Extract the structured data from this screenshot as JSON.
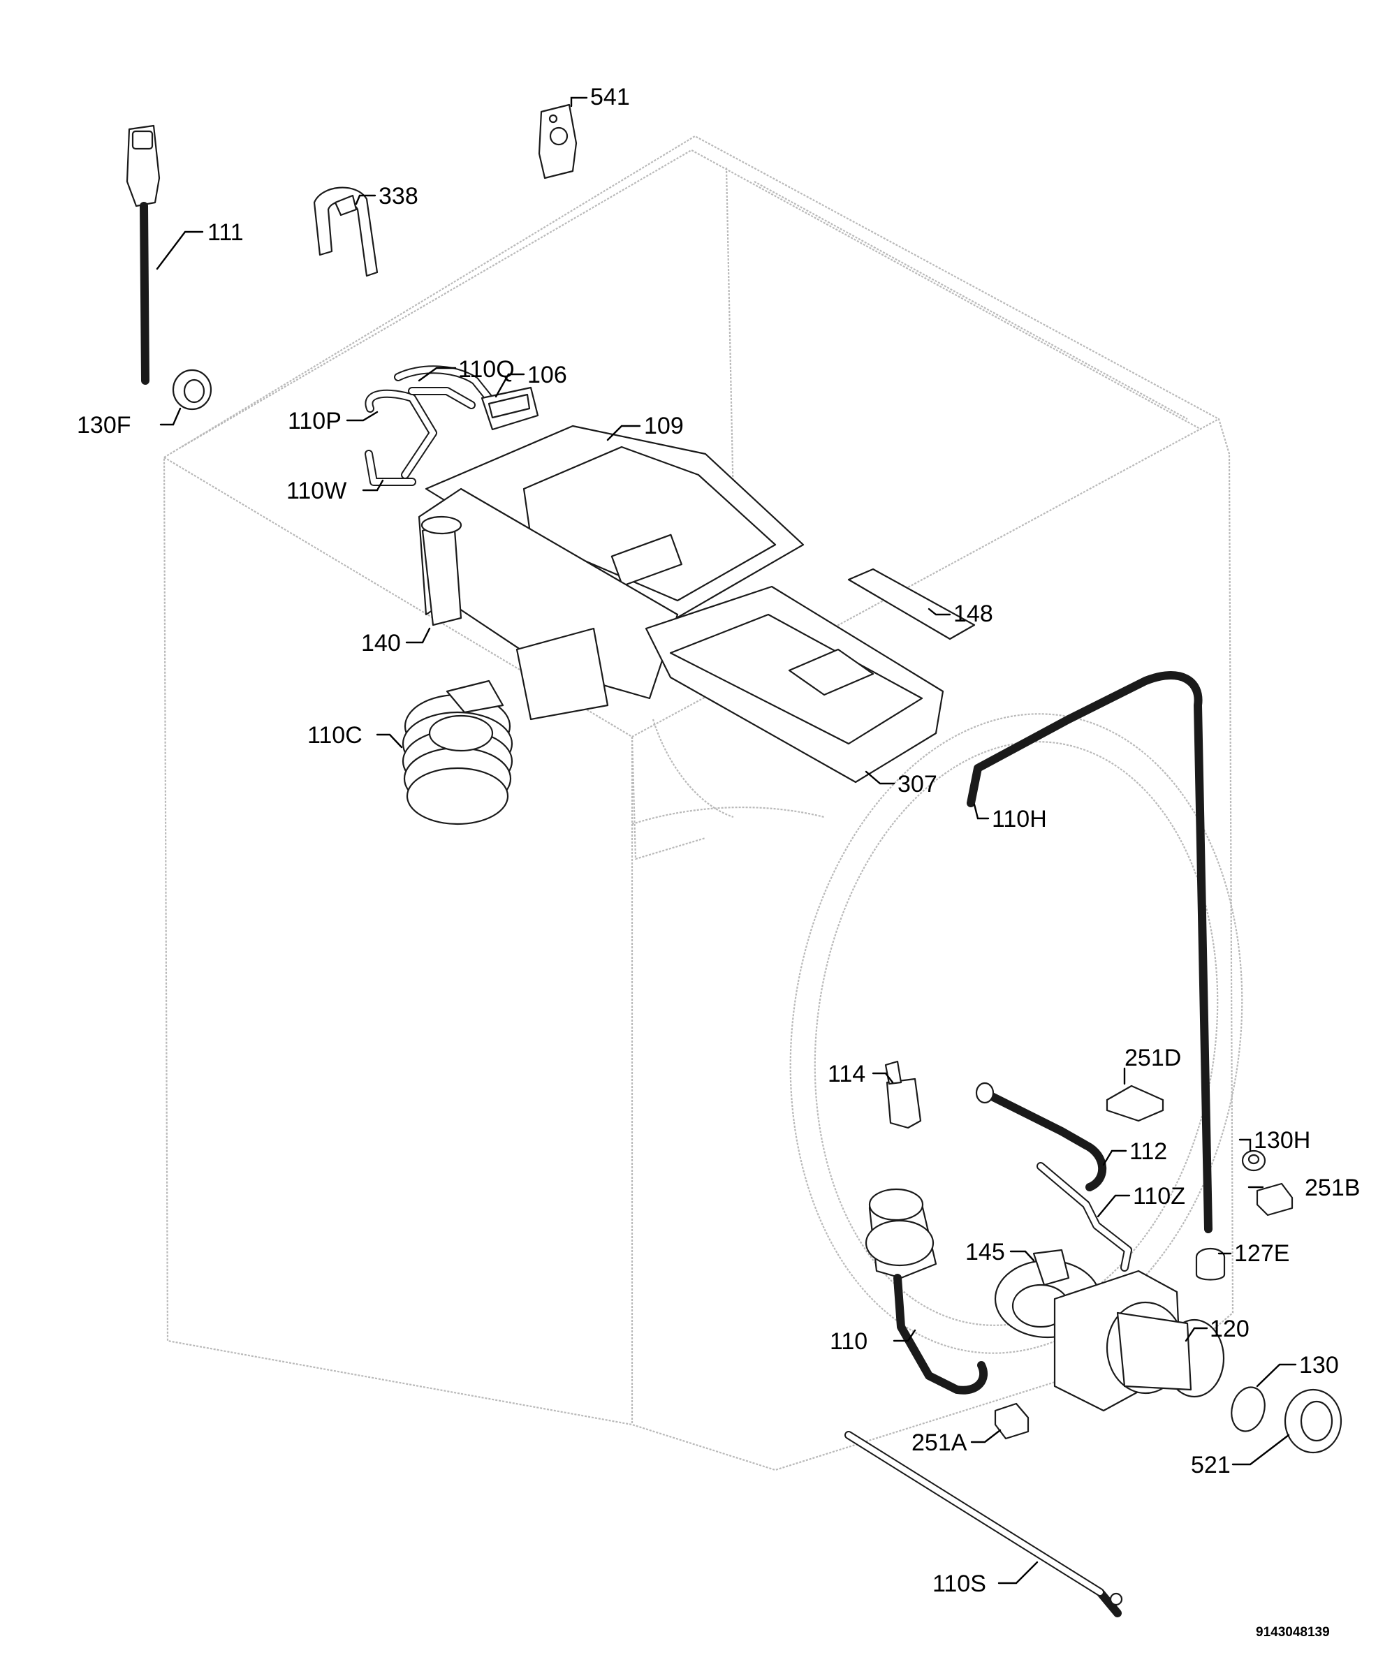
{
  "callouts": [
    {
      "id": "541",
      "text": "541"
    },
    {
      "id": "338",
      "text": "338"
    },
    {
      "id": "111",
      "text": "111"
    },
    {
      "id": "110Q",
      "text": "110Q"
    },
    {
      "id": "106",
      "text": "106"
    },
    {
      "id": "130F",
      "text": "130F"
    },
    {
      "id": "110P",
      "text": "110P"
    },
    {
      "id": "109",
      "text": "109"
    },
    {
      "id": "110W",
      "text": "110W"
    },
    {
      "id": "148",
      "text": "148"
    },
    {
      "id": "140",
      "text": "140"
    },
    {
      "id": "110C",
      "text": "110C"
    },
    {
      "id": "307",
      "text": "307"
    },
    {
      "id": "110H",
      "text": "110H"
    },
    {
      "id": "251D",
      "text": "251D"
    },
    {
      "id": "114",
      "text": "114"
    },
    {
      "id": "130H",
      "text": "130H"
    },
    {
      "id": "112",
      "text": "112"
    },
    {
      "id": "251B",
      "text": "251B"
    },
    {
      "id": "110Z",
      "text": "110Z"
    },
    {
      "id": "145",
      "text": "145"
    },
    {
      "id": "127E",
      "text": "127E"
    },
    {
      "id": "120",
      "text": "120"
    },
    {
      "id": "110",
      "text": "110"
    },
    {
      "id": "130",
      "text": "130"
    },
    {
      "id": "251A",
      "text": "251A"
    },
    {
      "id": "521",
      "text": "521"
    },
    {
      "id": "110S",
      "text": "110S"
    }
  ],
  "document_number": "9143048139"
}
